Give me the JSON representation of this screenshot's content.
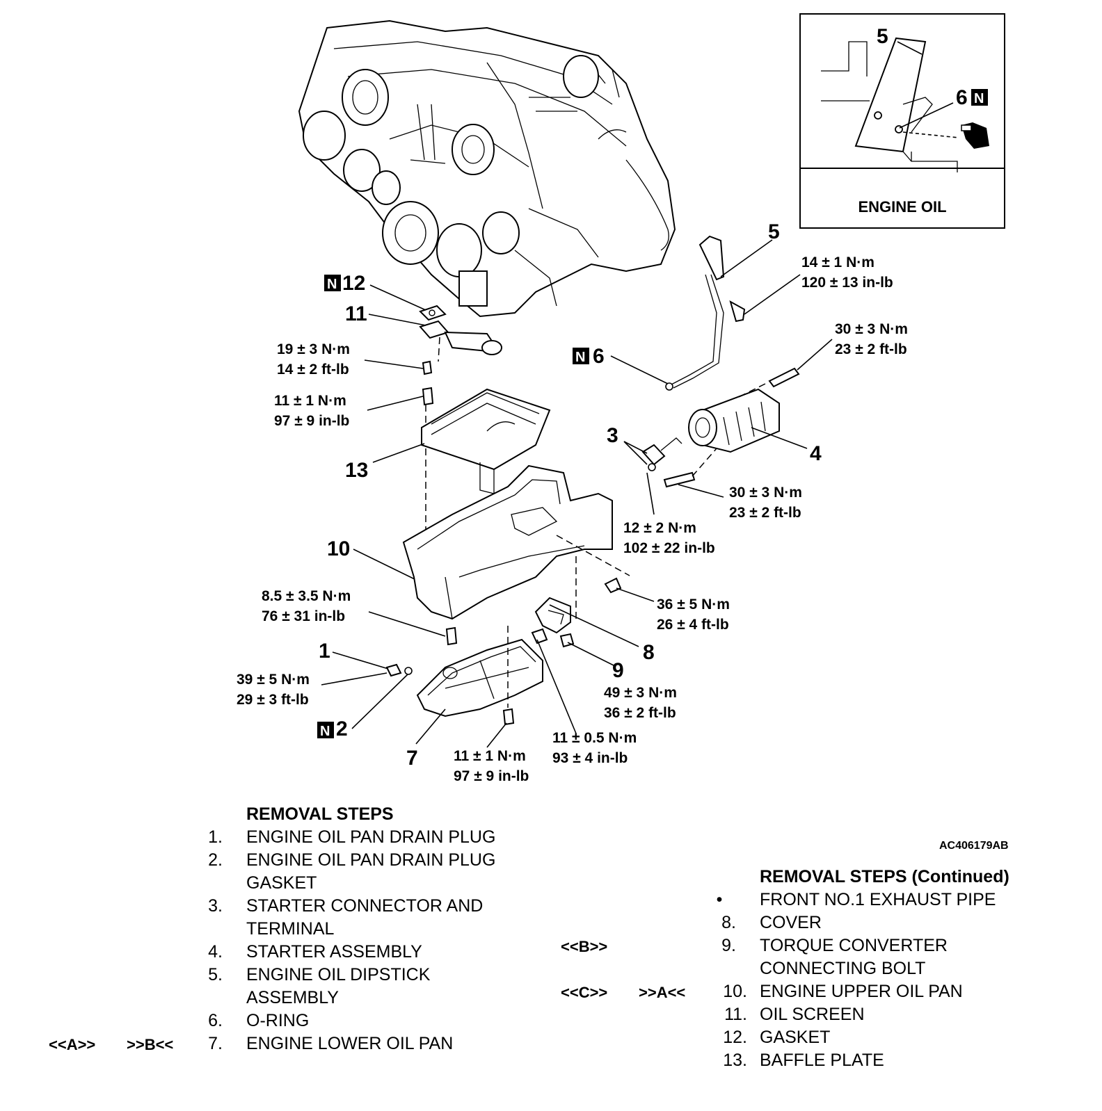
{
  "diagram": {
    "figure_code": "AC406179AB",
    "inset_label": "ENGINE OIL",
    "new_part_mark": "N",
    "callouts": {
      "c1": "1",
      "c2": "2",
      "c3": "3",
      "c4": "4",
      "c5": "5",
      "c5_inset": "5",
      "c6": "6",
      "c6_inset": "6",
      "c7": "7",
      "c8": "8",
      "c9": "9",
      "c10": "10",
      "c11": "11",
      "c12": "12",
      "c13": "13"
    },
    "torques": {
      "dipstick_bolt": [
        "14 ± 1 N·m",
        "120 ± 13 in-lb"
      ],
      "starter_upper": [
        "30 ± 3 N·m",
        "23 ± 2 ft-lb"
      ],
      "screen_bolt": [
        "19 ± 3 N·m",
        "14 ± 2 ft-lb"
      ],
      "baffle_bolt": [
        "11 ± 1 N·m",
        "97 ± 9 in-lb"
      ],
      "starter_lower": [
        "30 ± 3 N·m",
        "23 ± 2 ft-lb"
      ],
      "terminal_nut": [
        "12 ± 2 N·m",
        "102 ± 22 in-lb"
      ],
      "upper_pan_bolt": [
        "8.5 ± 3.5 N·m",
        "76 ± 31 in-lb"
      ],
      "cover_bolt": [
        "36 ± 5 N·m",
        "26 ± 4 ft-lb"
      ],
      "drain_plug": [
        "39 ± 5 N·m",
        "29 ± 3 ft-lb"
      ],
      "converter_bolt": [
        "49 ± 3 N·m",
        "36 ± 2 ft-lb"
      ],
      "cover_small_bolt": [
        "11 ± 0.5 N·m",
        "93 ± 4 in-lb"
      ],
      "lower_pan_bolt": [
        "11 ± 1 N·m",
        "97 ± 9 in-lb"
      ]
    }
  },
  "removal_steps": {
    "title": "REMOVAL STEPS",
    "items": [
      {
        "num": "1.",
        "lines": [
          "ENGINE OIL PAN DRAIN PLUG"
        ],
        "ref1": "",
        "ref2": ""
      },
      {
        "num": "2.",
        "lines": [
          "ENGINE OIL PAN DRAIN PLUG",
          "GASKET"
        ],
        "ref1": "",
        "ref2": ""
      },
      {
        "num": "3.",
        "lines": [
          "STARTER CONNECTOR AND",
          "TERMINAL"
        ],
        "ref1": "",
        "ref2": ""
      },
      {
        "num": "4.",
        "lines": [
          "STARTER ASSEMBLY"
        ],
        "ref1": "",
        "ref2": ""
      },
      {
        "num": "5.",
        "lines": [
          "ENGINE OIL DIPSTICK",
          "ASSEMBLY"
        ],
        "ref1": "",
        "ref2": ""
      },
      {
        "num": "6.",
        "lines": [
          "O-RING"
        ],
        "ref1": "",
        "ref2": ""
      },
      {
        "num": "7.",
        "lines": [
          "ENGINE LOWER OIL PAN"
        ],
        "ref1": "<<A>>",
        "ref2": ">>B<<"
      }
    ]
  },
  "removal_steps_continued": {
    "title": "REMOVAL STEPS (Continued)",
    "items": [
      {
        "num": "•",
        "lines": [
          "FRONT NO.1 EXHAUST PIPE"
        ],
        "ref1": "",
        "ref2": ""
      },
      {
        "num": "8.",
        "lines": [
          "COVER"
        ],
        "ref1": "",
        "ref2": ""
      },
      {
        "num": "9.",
        "lines": [
          "TORQUE CONVERTER",
          "CONNECTING BOLT"
        ],
        "ref1": "<<B>>",
        "ref2": ""
      },
      {
        "num": "10.",
        "lines": [
          "ENGINE UPPER OIL PAN"
        ],
        "ref1": "<<C>>",
        "ref2": ">>A<<"
      },
      {
        "num": "11.",
        "lines": [
          "OIL SCREEN"
        ],
        "ref1": "",
        "ref2": ""
      },
      {
        "num": "12.",
        "lines": [
          "GASKET"
        ],
        "ref1": "",
        "ref2": ""
      },
      {
        "num": "13.",
        "lines": [
          "BAFFLE PLATE"
        ],
        "ref1": "",
        "ref2": ""
      }
    ]
  }
}
